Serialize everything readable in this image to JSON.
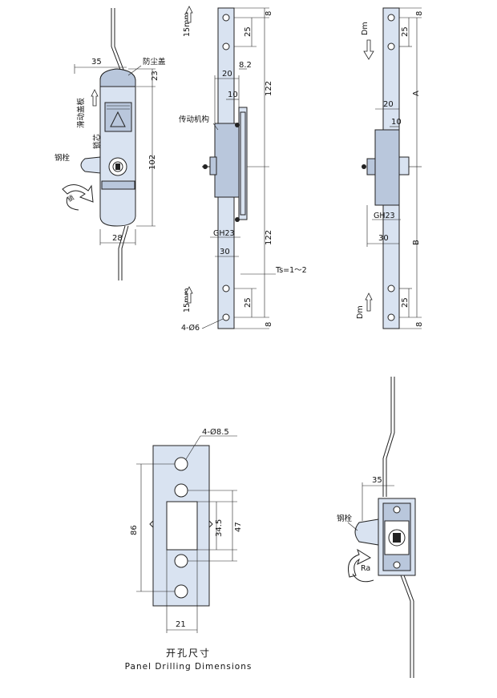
{
  "front_view": {
    "dims": {
      "width_top": "35",
      "cap_height": "23",
      "body_height": "102",
      "body_width": "28"
    },
    "labels": {
      "dust_cover": "防尘盖",
      "sliding_cover": "滑动盖板",
      "lock_core": "锁芯",
      "steel_bolt": "钢栓"
    },
    "rotate_label": "锁"
  },
  "side_view": {
    "dims": {
      "top_8": "8",
      "top_25": "25",
      "w_8_2": "8.2",
      "w_20": "20",
      "w_10": "10",
      "h_122_top": "122",
      "h_122_bot": "122",
      "w_30": "30",
      "bot_25": "25",
      "bot_8": "8"
    },
    "labels": {
      "mechanism": "传动机构",
      "gh23": "GH23",
      "ts": "Ts=1～2",
      "holes": "4-Ø6",
      "stroke_top": "15mm",
      "stroke_bot": "15mm"
    }
  },
  "back_view": {
    "dims": {
      "top_8": "8",
      "top_25": "25",
      "a": "A",
      "w_20": "20",
      "w_10": "10",
      "w_30": "30",
      "b": "B",
      "bot_25": "25",
      "bot_8": "8"
    },
    "labels": {
      "dm_top": "Dm",
      "dm_bot": "Dm",
      "gh23": "GH23"
    }
  },
  "panel_view": {
    "dims": {
      "holes": "4-Ø8.5",
      "h_86": "86",
      "h_34_5": "34.5",
      "h_47": "47",
      "w_21": "21"
    },
    "caption_cn": "开孔尺寸",
    "caption_en": "Panel Drilling Dimensions"
  },
  "iso_view": {
    "dims": {
      "w_35": "35"
    },
    "labels": {
      "steel_bolt": "钢栓",
      "ra": "Ra"
    }
  }
}
